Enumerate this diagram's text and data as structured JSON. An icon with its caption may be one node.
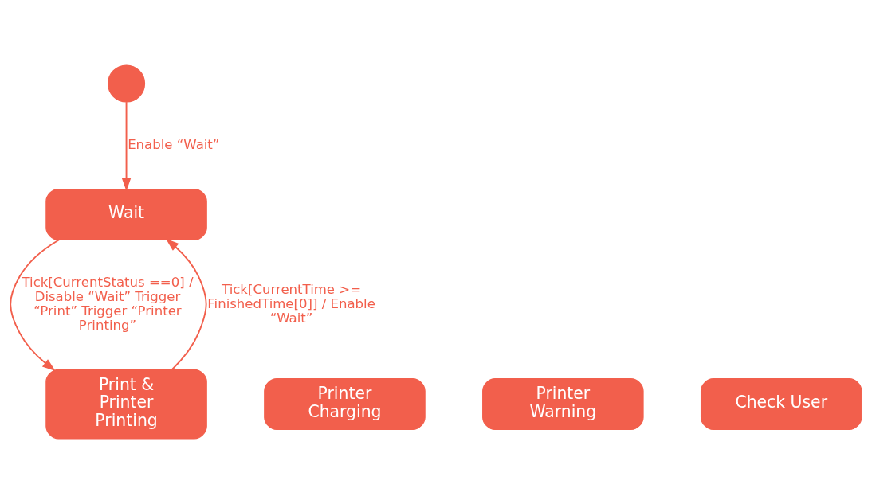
{
  "diagram": {
    "nodes": [
      {
        "text": [],
        "shape": "circle"
      },
      {
        "text": [
          "Wait"
        ]
      },
      {
        "text": [
          "Print & Printer Printing"
        ]
      },
      {
        "text": [
          "Printer Charging"
        ]
      },
      {
        "text": [
          "Printer Warning"
        ]
      },
      {
        "text": [
          "Check User"
        ]
      }
    ],
    "edges": [
      {
        "from": 0,
        "to": 1,
        "arrow": "to",
        "label": "Enable “Wait”"
      },
      {
        "from": 1,
        "to": 2,
        "arrow": "to",
        "label": "Tick[CurrentStatus ==0] / Disable “Wait” Trigger “Print” Trigger “Printer Printing”"
      },
      {
        "from": 2,
        "to": 1,
        "arrow": "to",
        "label": "Tick[CurrentTime >= FinishedTime[0]] / Enable “Wait”"
      }
    ]
  }
}
